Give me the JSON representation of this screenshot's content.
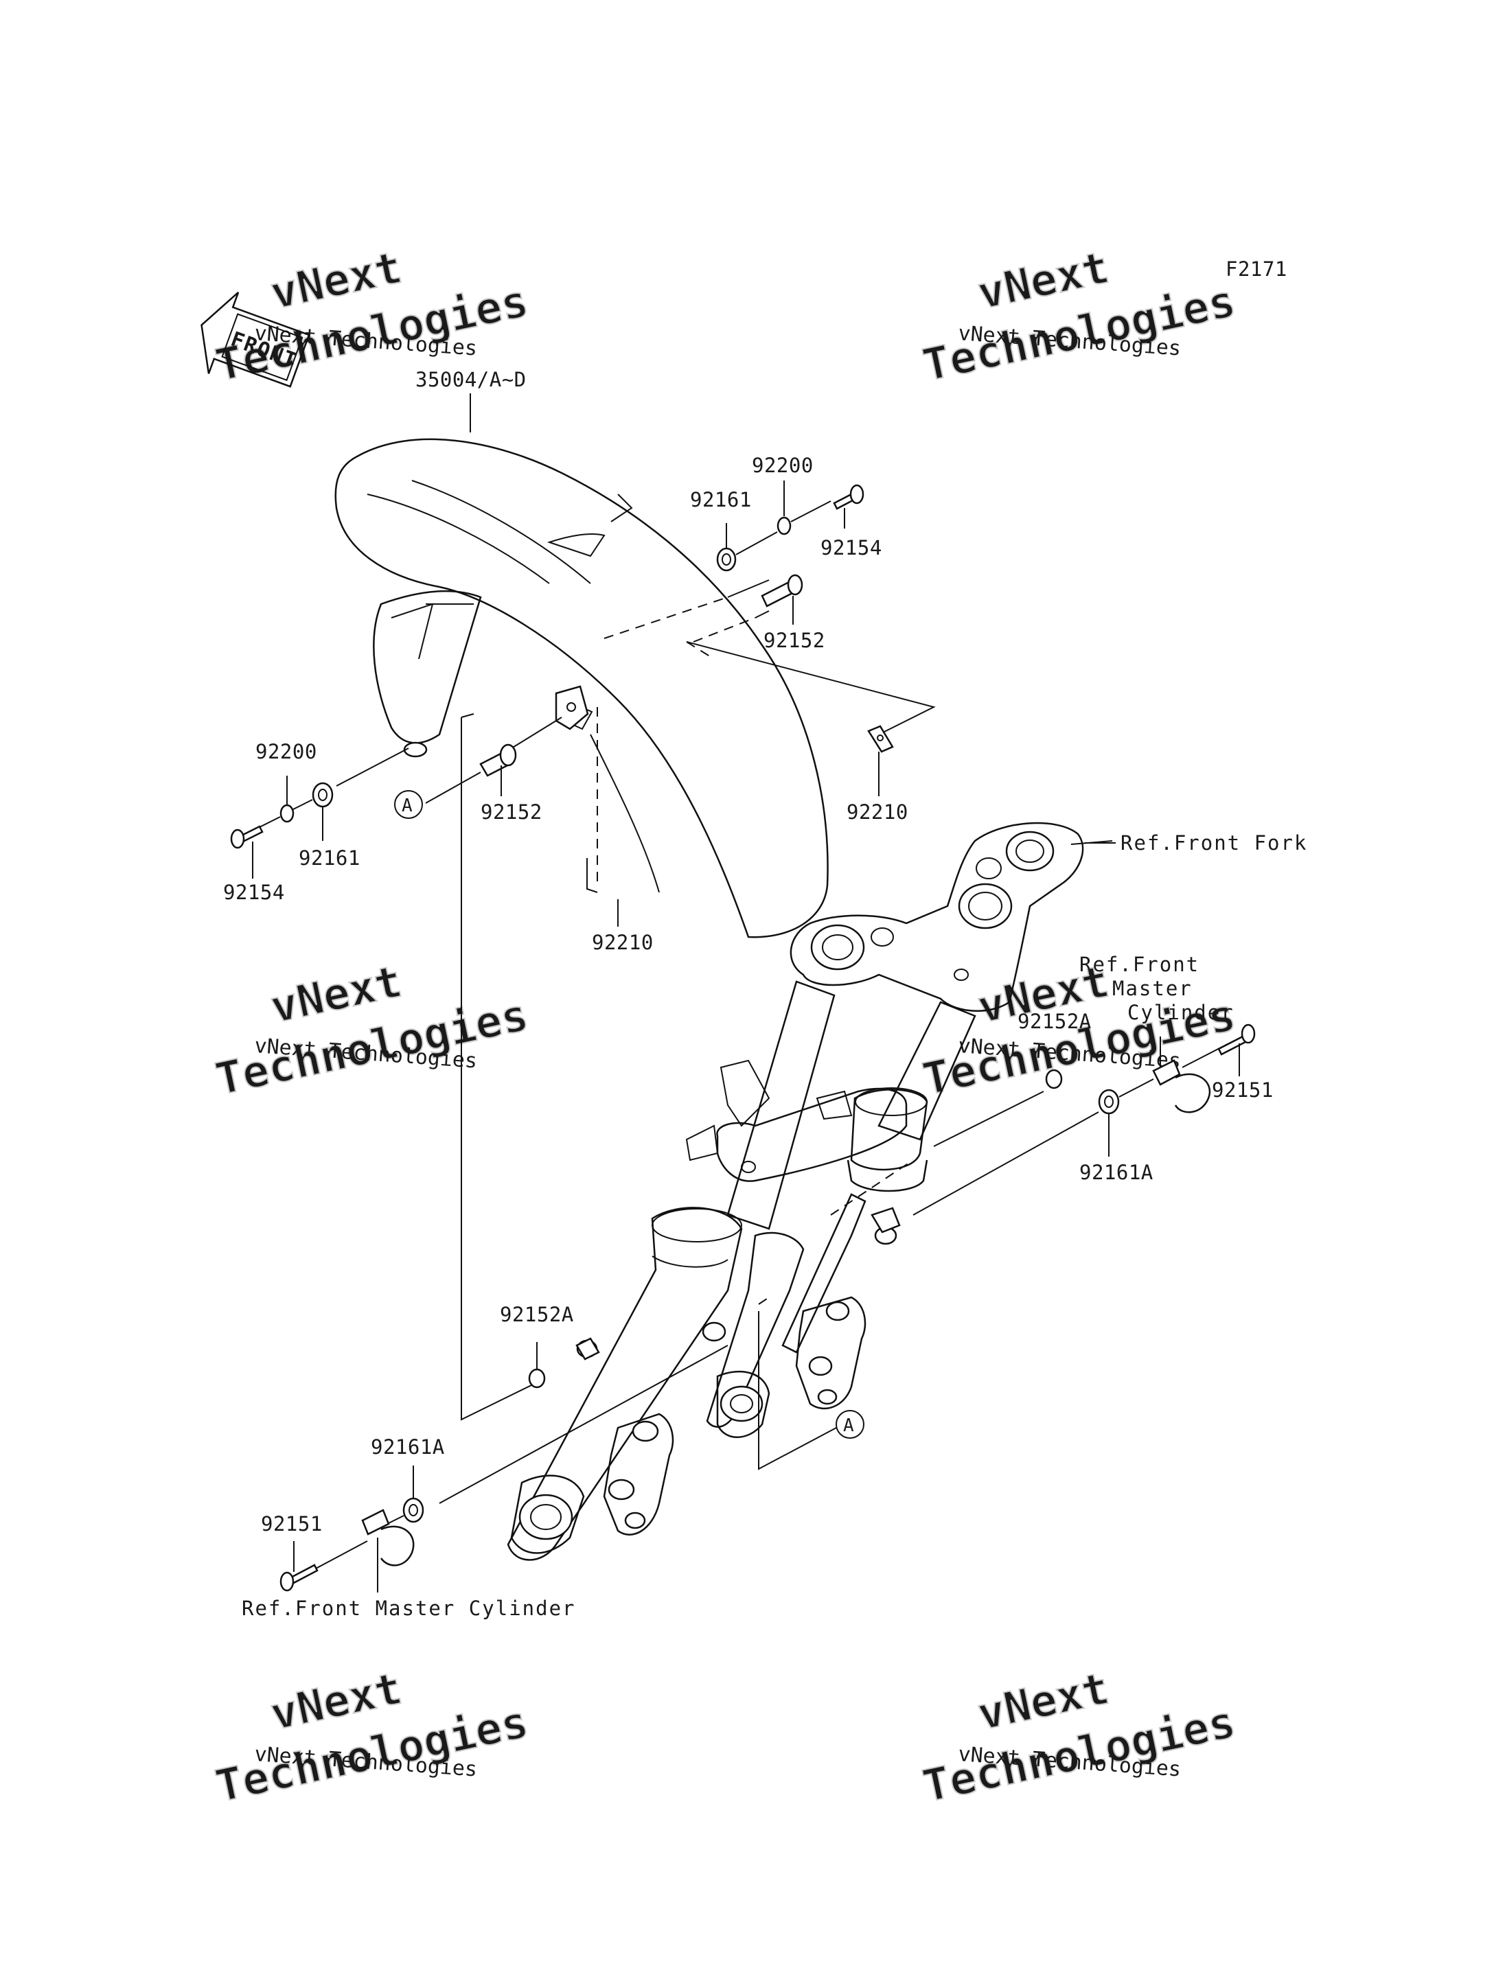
{
  "diagram_id": "F2171",
  "front_arrow": "FRONT",
  "callout_circle": "A",
  "watermark": {
    "line1": "vNext Technologies",
    "line2": "vNext",
    "line3": "Technologies"
  },
  "parts": {
    "fender": "35004/A~D",
    "collar_92152": "92152",
    "collar_92152A": "92152A",
    "grommet_92161": "92161",
    "grommet_92161A": "92161A",
    "washer_92200": "92200",
    "bolt_92154": "92154",
    "bolt_92151": "92151",
    "clip_92210": "92210"
  },
  "references": {
    "front_fork": "Ref.Front Fork",
    "front_master_cylinder": "Ref.Front Master Cylinder",
    "front_master_cylinder_l1": "Ref.Front",
    "front_master_cylinder_l2": "Master",
    "front_master_cylinder_l3": "Cylinder"
  }
}
